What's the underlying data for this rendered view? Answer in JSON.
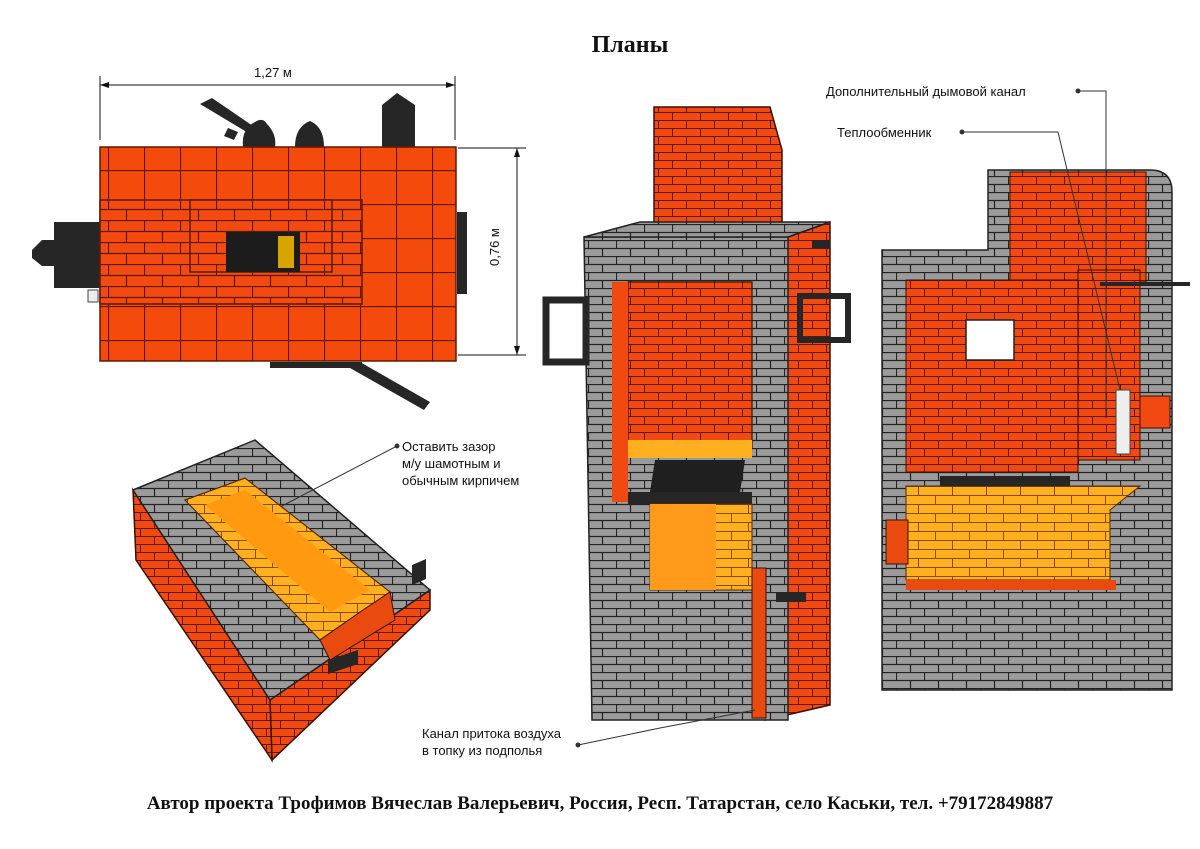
{
  "title": "Планы",
  "dimensions": {
    "width": "1,27 м",
    "depth": "0,76 м"
  },
  "annotations": {
    "gap_line1": "Оставить зазор",
    "gap_line2": "м/у шамотным и",
    "gap_line3": "обычным кирпичем",
    "extra_flue": "Дополнительный дымовой канал",
    "heat_exchanger": "Теплообменник",
    "air_line1": "Канал притока воздуха",
    "air_line2": "в топку из подполья"
  },
  "footer": "Автор проекта Трофимов Вячеслав Валерьевич, Россия, Респ. Татарстан, село Каськи, тел. +79172849887",
  "colors": {
    "red_brick": "#f24a10",
    "fire_brick": "#ffb020",
    "grey_brick": "#9a9a9a",
    "iron": "#262626"
  }
}
